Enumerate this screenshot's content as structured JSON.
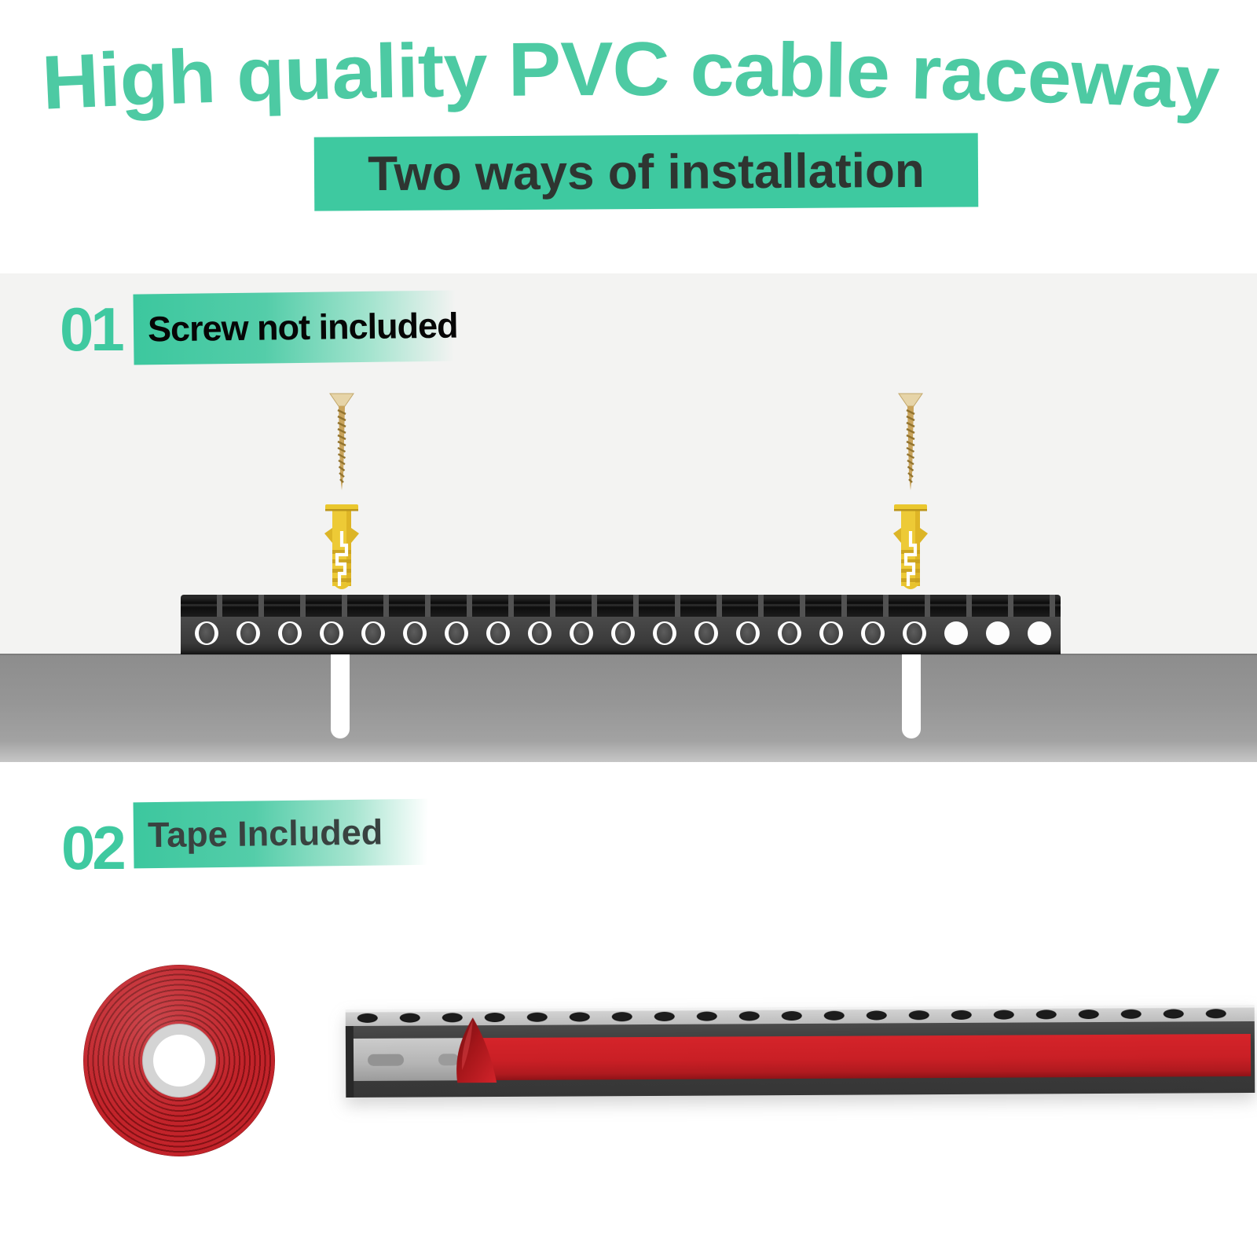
{
  "header": {
    "title": "High quality PVC cable raceway",
    "subtitle": "Two ways of installation"
  },
  "steps": [
    {
      "number": "01",
      "label": "Screw not included"
    },
    {
      "number": "02",
      "label": "Tape Included"
    }
  ],
  "colors": {
    "title_green": "#4dcaa3",
    "banner_green": "#3ec9a0",
    "banner_text": "#2e3531",
    "step_number_green": "#3fc9a0",
    "label_gradient_green": "#3cc79e",
    "section_background": "#f3f3f2",
    "wall_gray": "#969696",
    "raceway_black": "#1a1a1a",
    "tape_red": "#c2232a",
    "raceway_red_stripe": "#cf2026",
    "hardware_yellow": "#edca36",
    "screw_gold": "#c9a45c"
  },
  "figures": {
    "raceway_top_view": {
      "hole_count": 21,
      "hole_spacing": 53,
      "hole_start": 18,
      "open_tail": 3
    },
    "raceway_bottom_view": {
      "hole_count": 21,
      "hole_spacing": 54,
      "hole_start": 15
    },
    "hardware_columns": [
      {
        "side": "left",
        "items": [
          "screw",
          "wall-anchor",
          "drill-slot"
        ]
      },
      {
        "side": "right",
        "items": [
          "screw",
          "wall-anchor",
          "drill-slot"
        ]
      }
    ],
    "tape_roll": {
      "style": "red-spiral-roll",
      "core": "white"
    }
  }
}
